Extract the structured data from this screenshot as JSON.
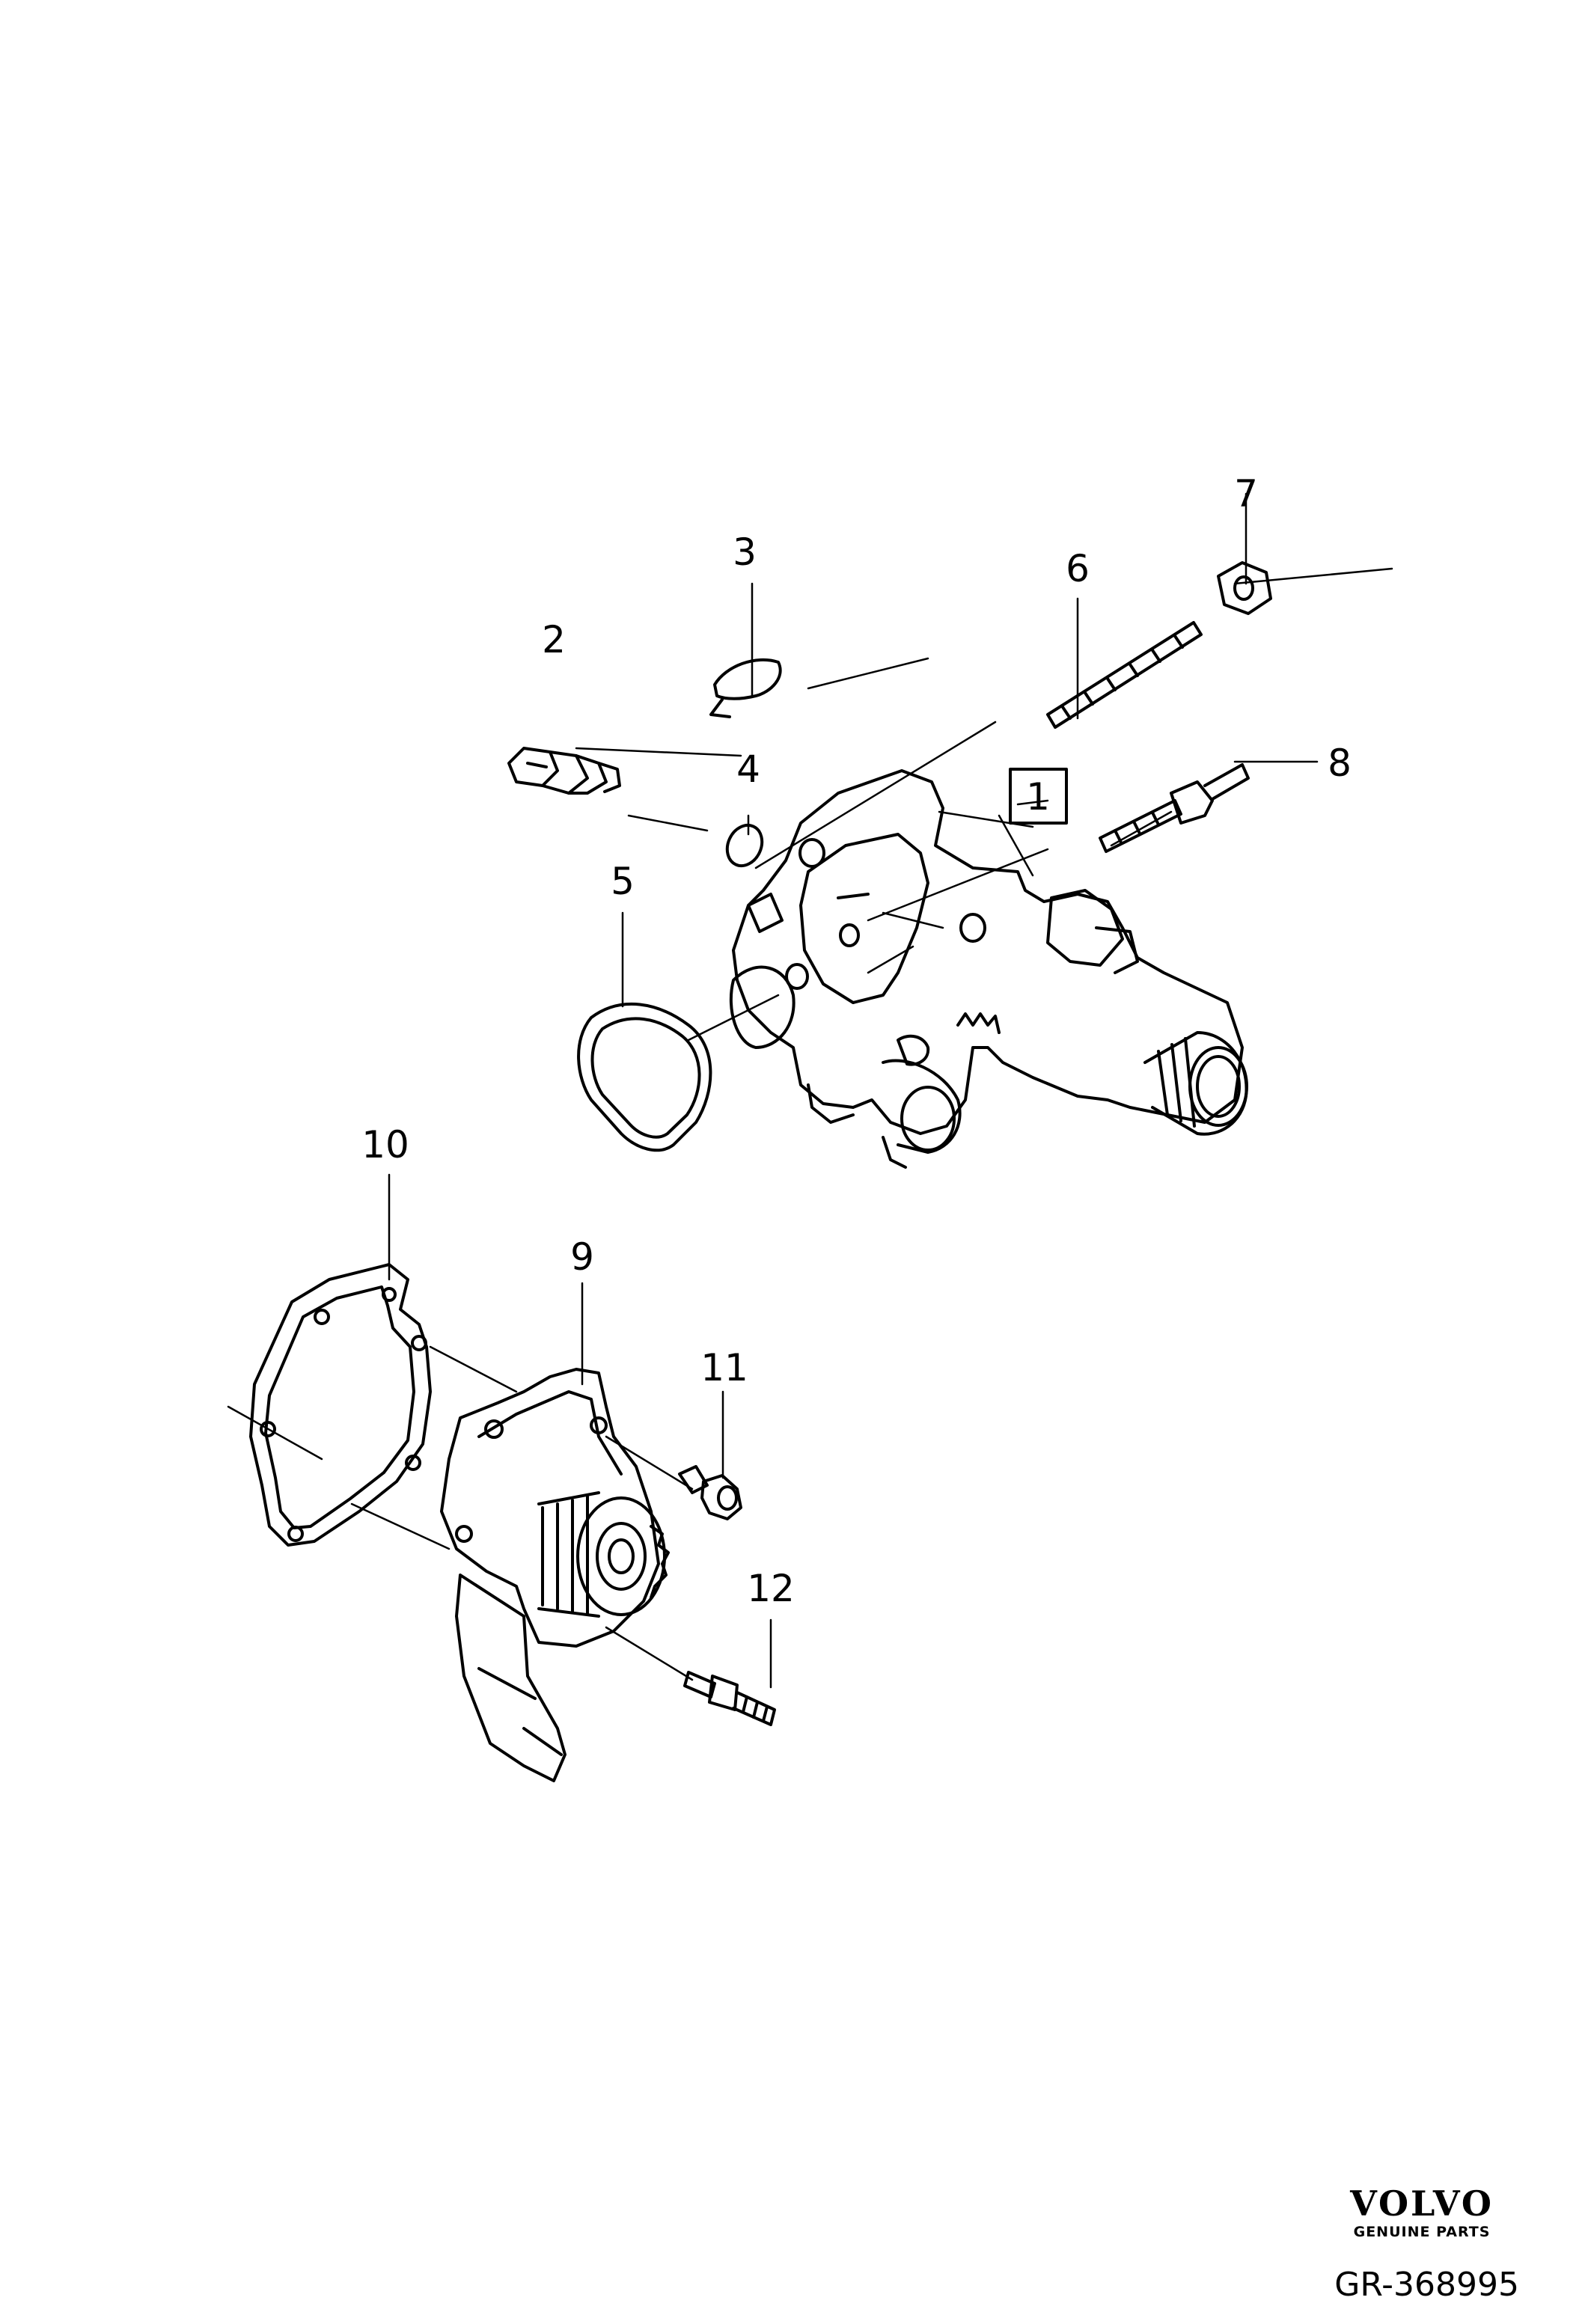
{
  "callouts": {
    "c1": "1",
    "c2": "2",
    "c3": "3",
    "c4": "4",
    "c5": "5",
    "c6": "6",
    "c7": "7",
    "c8": "8",
    "c9": "9",
    "c10": "10",
    "c11": "11",
    "c12": "12"
  },
  "footer": {
    "brand": "VOLVO",
    "brand_subtitle": "GENUINE PARTS",
    "reference": "GR-368995"
  }
}
